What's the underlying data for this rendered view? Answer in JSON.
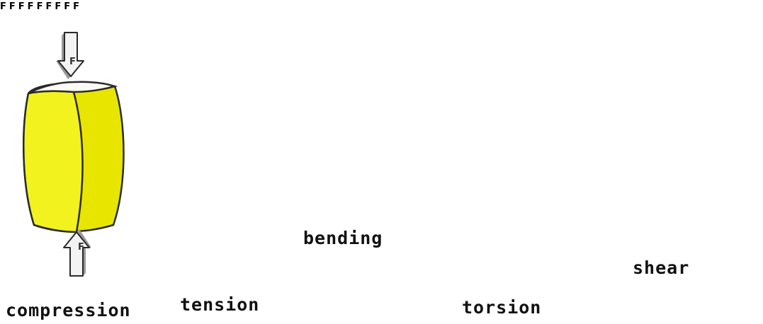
{
  "colors": {
    "yellow_face_light": "#f2f21e",
    "yellow_face_dark": "#e8e600",
    "pink_face_light": "#f3a8f3",
    "pink_face_dark": "#e98ee8",
    "top_face": "#fbfbf4",
    "arrow_fill": "#f3f3f3",
    "arrow_side": "#9a9a9a",
    "outline": "#2a2a2a"
  },
  "force_symbol": "F",
  "panels": [
    {
      "id": "compression",
      "label": "compression",
      "body_color": "yellow",
      "icon": "compression-arrows"
    },
    {
      "id": "tension",
      "label": "tension",
      "body_color": "pink",
      "icon": "tension-arrows"
    },
    {
      "id": "bending",
      "label": "bending",
      "body_color": "yellow",
      "icon": "bending-arrows"
    },
    {
      "id": "torsion",
      "label": "torsion",
      "body_color": "pink",
      "icon": "torsion-curved-arrows"
    },
    {
      "id": "shear",
      "label": "shear",
      "body_color": "yellow",
      "icon": "shear-arrows"
    }
  ]
}
